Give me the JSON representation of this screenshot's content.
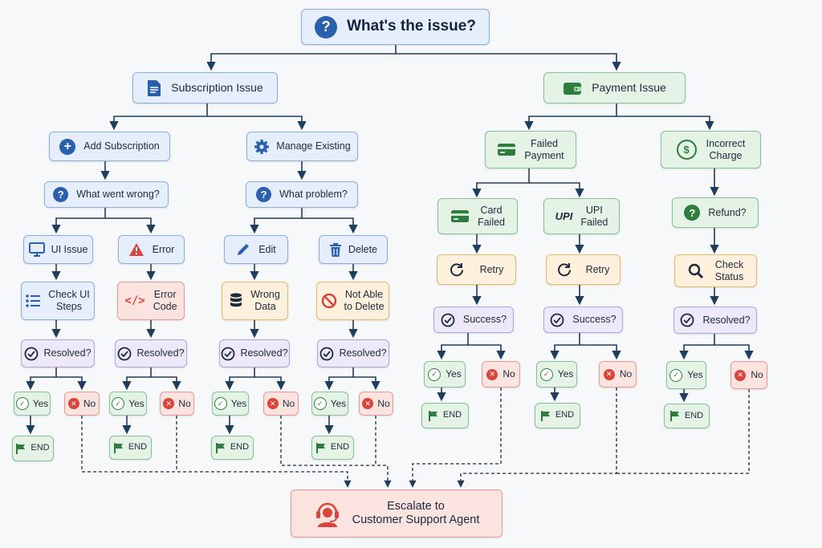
{
  "root": "What's the issue?",
  "subscription": {
    "label": "Subscription Issue",
    "add": {
      "label": "Add Subscription",
      "question": "What went wrong?",
      "ui_issue": {
        "label": "UI Issue",
        "step": "Check UI\nSteps",
        "check": "Resolved?",
        "yes": "Yes",
        "no": "No",
        "end": "END"
      },
      "error": {
        "label": "Error",
        "step": "Error\nCode",
        "check": "Resolved?",
        "yes": "Yes",
        "no": "No",
        "end": "END"
      }
    },
    "manage": {
      "label": "Manage Existing",
      "question": "What problem?",
      "edit": {
        "label": "Edit",
        "step": "Wrong\nData",
        "check": "Resolved?",
        "yes": "Yes",
        "no": "No",
        "end": "END"
      },
      "delete": {
        "label": "Delete",
        "step": "Not Able\nto Delete",
        "check": "Resolved?",
        "yes": "Yes",
        "no": "No",
        "end": "END"
      }
    }
  },
  "payment": {
    "label": "Payment Issue",
    "failed": {
      "label": "Failed\nPayment",
      "card": {
        "label": "Card\nFailed",
        "step": "Retry",
        "check": "Success?",
        "yes": "Yes",
        "no": "No",
        "end": "END"
      },
      "upi": {
        "label": "UPI\nFailed",
        "logo": "UPI",
        "step": "Retry",
        "check": "Success?",
        "yes": "Yes",
        "no": "No",
        "end": "END"
      }
    },
    "incorrect": {
      "label": "Incorrect\nCharge",
      "question": "Refund?",
      "step": "Check\nStatus",
      "check": "Resolved?",
      "yes": "Yes",
      "no": "No",
      "end": "END"
    }
  },
  "escalate": {
    "label": "Escalate to\nCustomer Support Agent"
  },
  "colors": {
    "blue": "#e6eefb",
    "green": "#e4f3e6",
    "orange": "#fdf0dc",
    "purple": "#eee9f8",
    "red": "#fbe3e0",
    "line": "#1f3d5c"
  }
}
